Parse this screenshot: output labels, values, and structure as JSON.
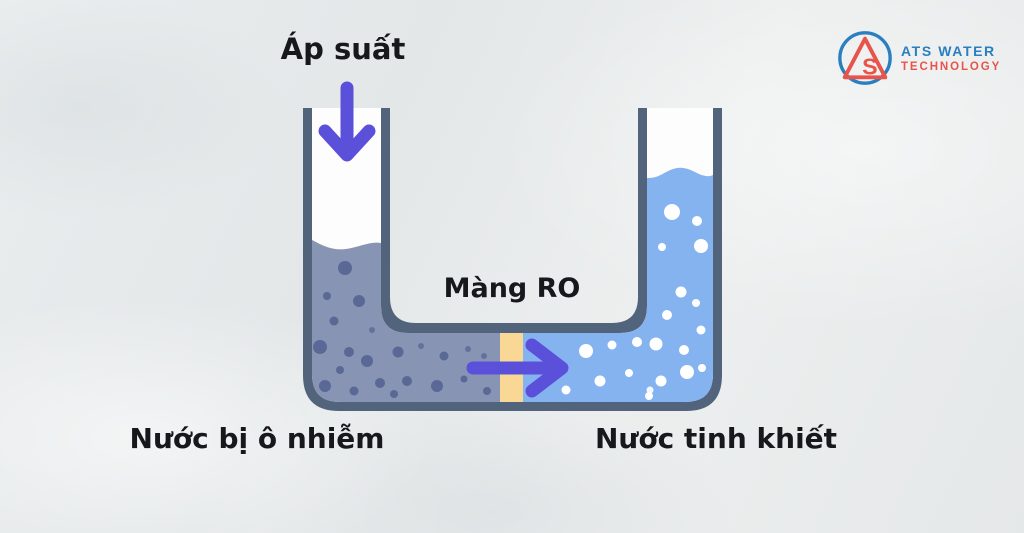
{
  "diagram": {
    "labels": {
      "pressure": "Áp suất",
      "membrane": "Màng RO",
      "contaminated_water": "Nước bị ô nhiễm",
      "purified_water": "Nước tinh khiết"
    }
  },
  "logo": {
    "monogram": "S",
    "name": "ATS WATER",
    "tagline": "TECHNOLOGY"
  },
  "colors": {
    "background": "#e8ebeb",
    "tube_wall": "#52647c",
    "tube_interior": "#fdfdfd",
    "contaminated_water": "#8894b3",
    "contaminant_particle": "#5a6896",
    "purified_water": "#85b3f0",
    "bubble": "#ffffff",
    "membrane": "#f9d795",
    "arrow": "#5b50d9",
    "label_text": "#17181c",
    "logo_blue": "#2a7fc0",
    "logo_red": "#e8544a"
  }
}
